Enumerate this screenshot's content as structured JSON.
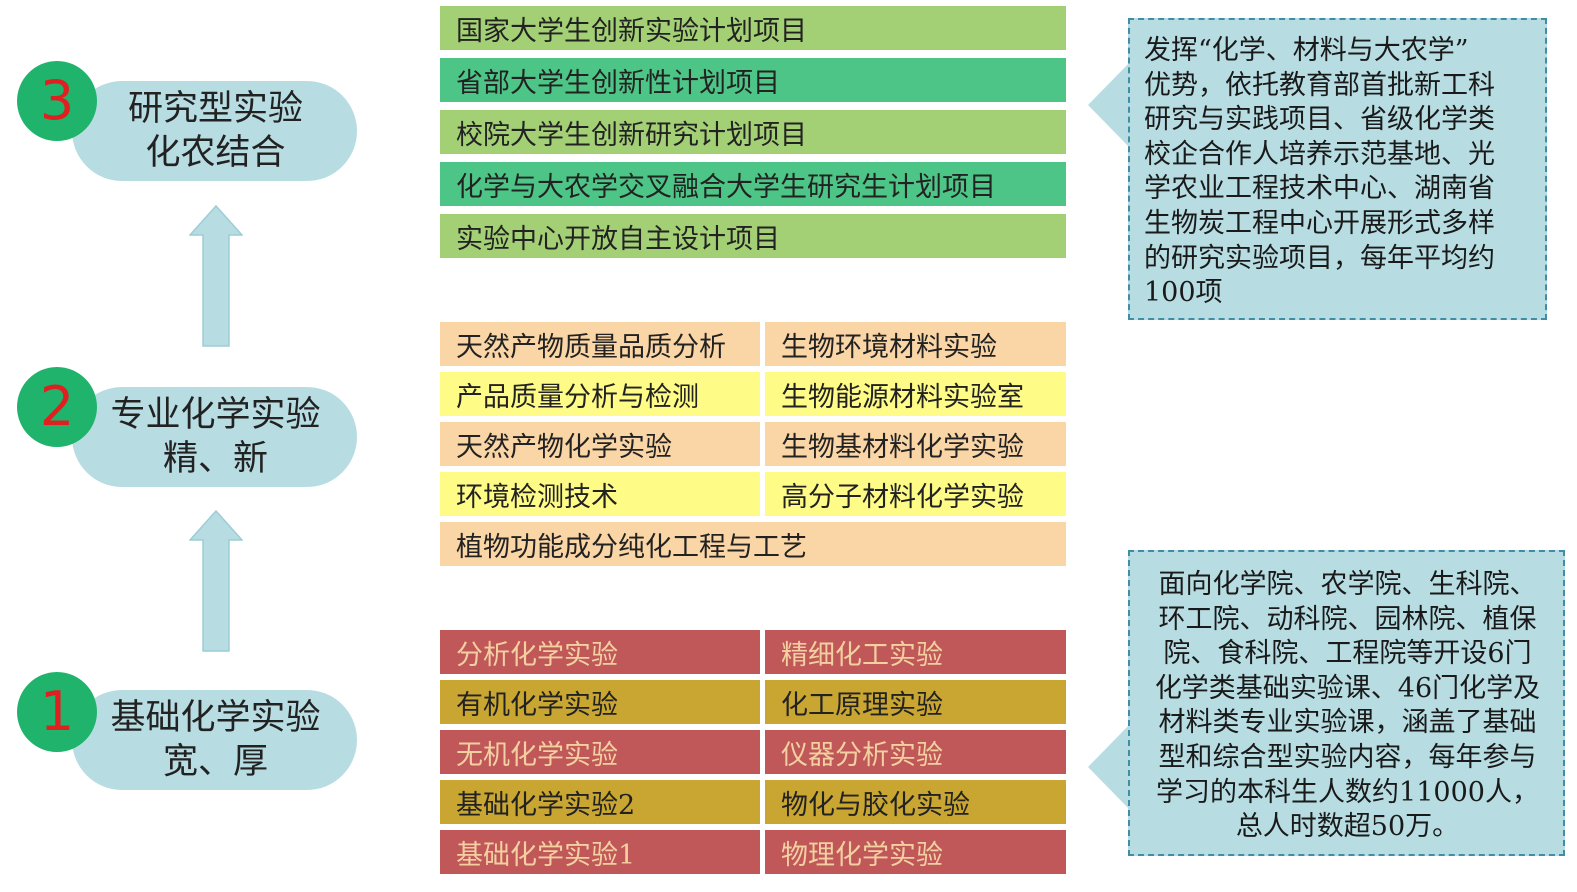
{
  "stages": [
    {
      "num": "3",
      "line1": "研究型实验",
      "line2": "化农结合"
    },
    {
      "num": "2",
      "line1": "专业化学实验",
      "line2": "精、新"
    },
    {
      "num": "1",
      "line1": "基础化学实验",
      "line2": "宽、厚"
    }
  ],
  "research_projects": [
    "国家大学生创新实验计划项目",
    "省部大学生创新性计划项目",
    "校院大学生创新研究计划项目",
    "化学与大农学交叉融合大学生研究生计划项目",
    "实验中心开放自主设计项目"
  ],
  "professional_courses": {
    "left": [
      "天然产物质量品质分析",
      "产品质量分析与检测",
      "天然产物化学实验",
      "环境检测技术"
    ],
    "right": [
      "生物环境材料实验",
      "生物能源材料实验室",
      "生物基材料化学实验",
      "高分子材料化学实验"
    ],
    "full": "植物功能成分纯化工程与工艺"
  },
  "basic_courses": {
    "left": [
      "分析化学实验",
      "有机化学实验",
      "无机化学实验",
      "基础化学实验2",
      "基础化学实验1"
    ],
    "right": [
      "精细化工实验",
      "化工原理实验",
      "仪器分析实验",
      "物化与胶化实验",
      "物理化学实验"
    ]
  },
  "callout_top": [
    "发挥“化学、材料与大农学”",
    "优势，依托教育部首批新工科",
    "研究与实践项目、省级化学类",
    "校企合作人培养示范基地、光",
    "学农业工程技术中心、湖南省",
    "生物炭工程中心开展形式多样",
    "的研究实验项目，每年平均约",
    "100项"
  ],
  "callout_bottom": [
    "面向化学院、农学院、生科院、",
    "环工院、动科院、园林院、植保",
    "院、食科院、工程院等开设6门",
    "化学类基础实验课、46门化学及",
    "材料类专业实验课，涵盖了基础",
    "型和综合型实验内容，每年参与",
    "学习的本科生人数约11000人，",
    "总人时数超50万。"
  ],
  "colors": {
    "pill": "#b7dde3",
    "badge": "#1fb36c",
    "badge_text": "#e02020",
    "green_light": "#a3cf75",
    "green_dark": "#4dc587",
    "peach": "#fad5a6",
    "yellow": "#fefb86",
    "red": "#c0585a",
    "gold": "#c9a631"
  }
}
